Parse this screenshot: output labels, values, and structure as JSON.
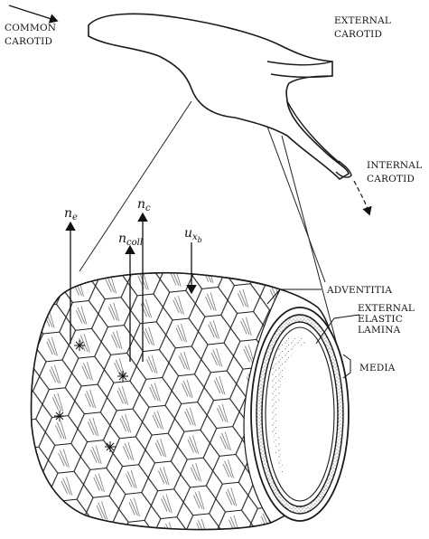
{
  "labels": {
    "common_carotid": [
      "COMMON",
      "CAROTID"
    ],
    "external_carotid": [
      "EXTERNAL",
      "CAROTID"
    ],
    "internal_carotid": [
      "INTERNAL",
      "CAROTID"
    ],
    "adventitia": "ADVENTITIA",
    "external_elastic_lamina": [
      "EXTERNAL",
      "ELASTIC",
      "LAMINA"
    ],
    "media": "MEDIA"
  },
  "symbols": {
    "n_e": {
      "base": "n",
      "sub": "e"
    },
    "n_c": {
      "base": "n",
      "sub": "c"
    },
    "n_coll": {
      "base": "n",
      "sub": "coll"
    },
    "u_xb": {
      "base": "u",
      "sub": "x",
      "subsub": "b"
    }
  },
  "colors": {
    "ink": "#1a1a1a",
    "background": "#ffffff",
    "wall_fill": "#f4f4f4"
  }
}
